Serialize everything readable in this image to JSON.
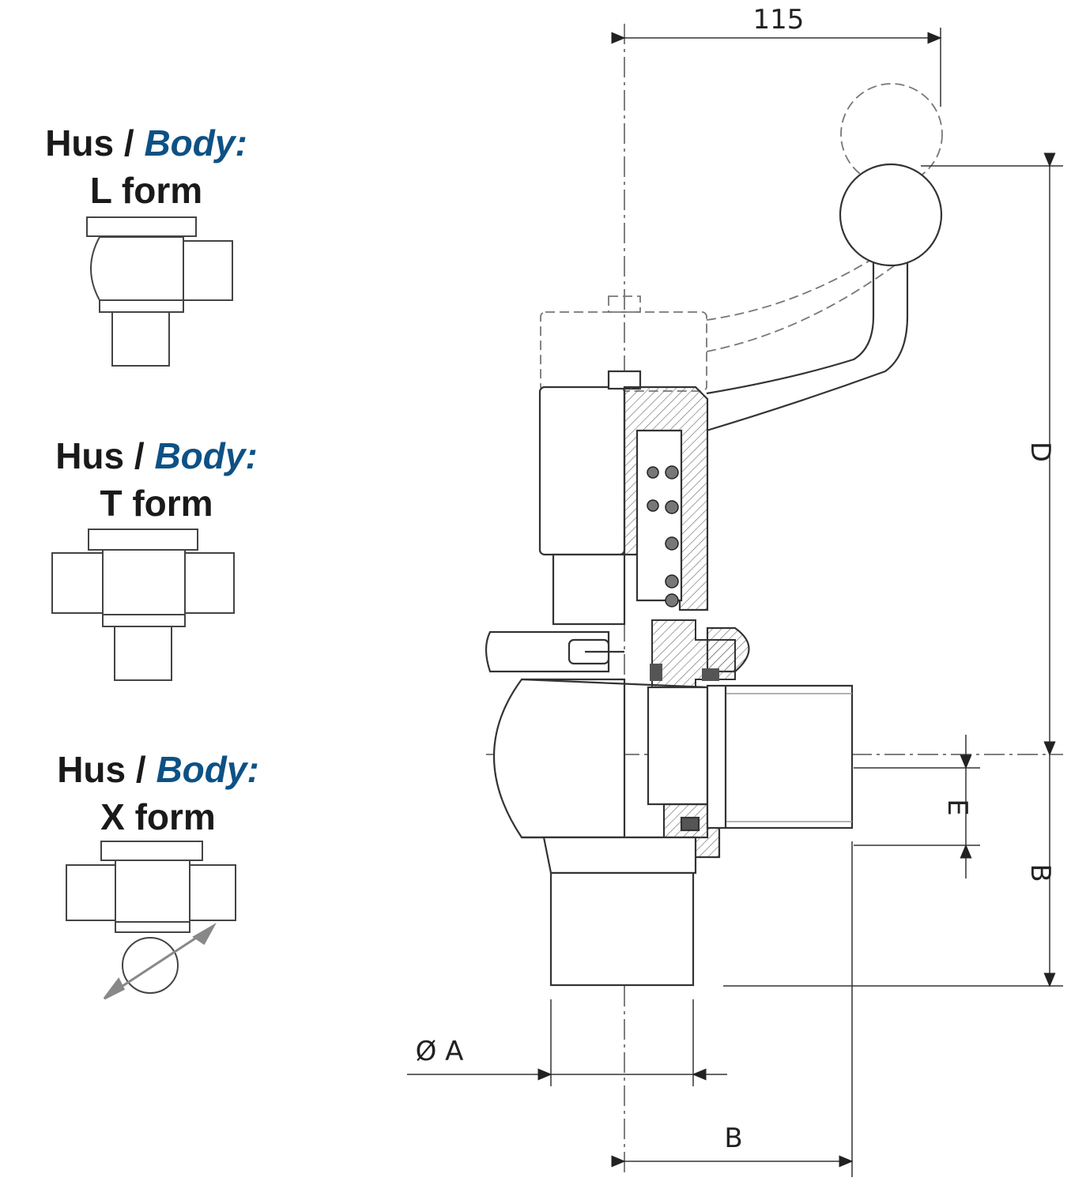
{
  "body_variants": [
    {
      "prefix": "Hus / ",
      "accent": "Body:",
      "form": "L form"
    },
    {
      "prefix": "Hus / ",
      "accent": "Body:",
      "form": "T form"
    },
    {
      "prefix": "Hus / ",
      "accent": "Body:",
      "form": "X form"
    }
  ],
  "dimensions": {
    "top_width": "115",
    "height": "D",
    "lower_height": "B",
    "offset": "E",
    "diameter": "Ø A",
    "bottom_width": "B"
  },
  "colors": {
    "accent": "#0d5185",
    "text": "#1a1a1a",
    "line": "#333333"
  }
}
